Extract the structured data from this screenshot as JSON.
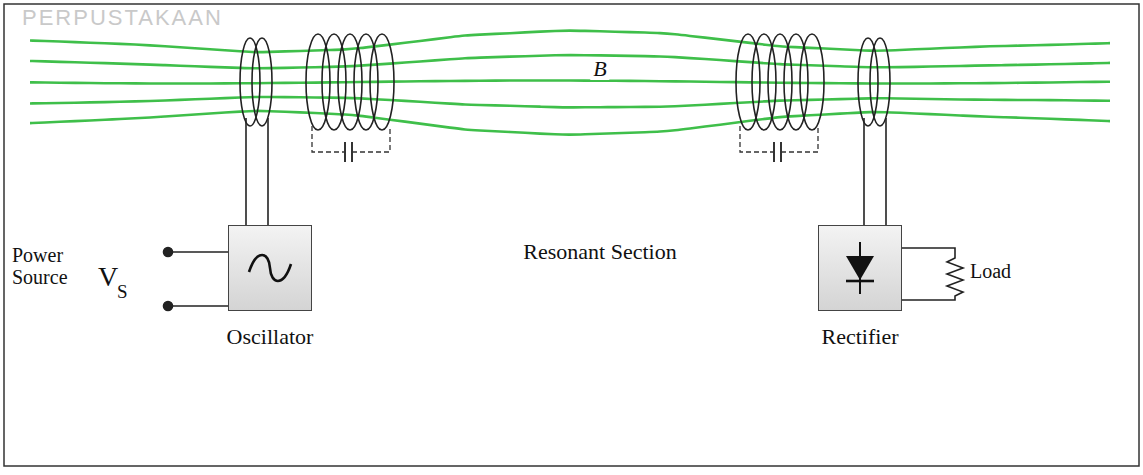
{
  "diagram": {
    "nodes": [
      {
        "text": [
          "Oscillator"
        ]
      },
      {
        "text": [
          "Rectifier"
        ]
      }
    ],
    "labels": [
      "PERPUSTAKAAN",
      "B",
      "Power Source",
      "V",
      "S",
      "Resonant Section",
      "Load"
    ]
  }
}
